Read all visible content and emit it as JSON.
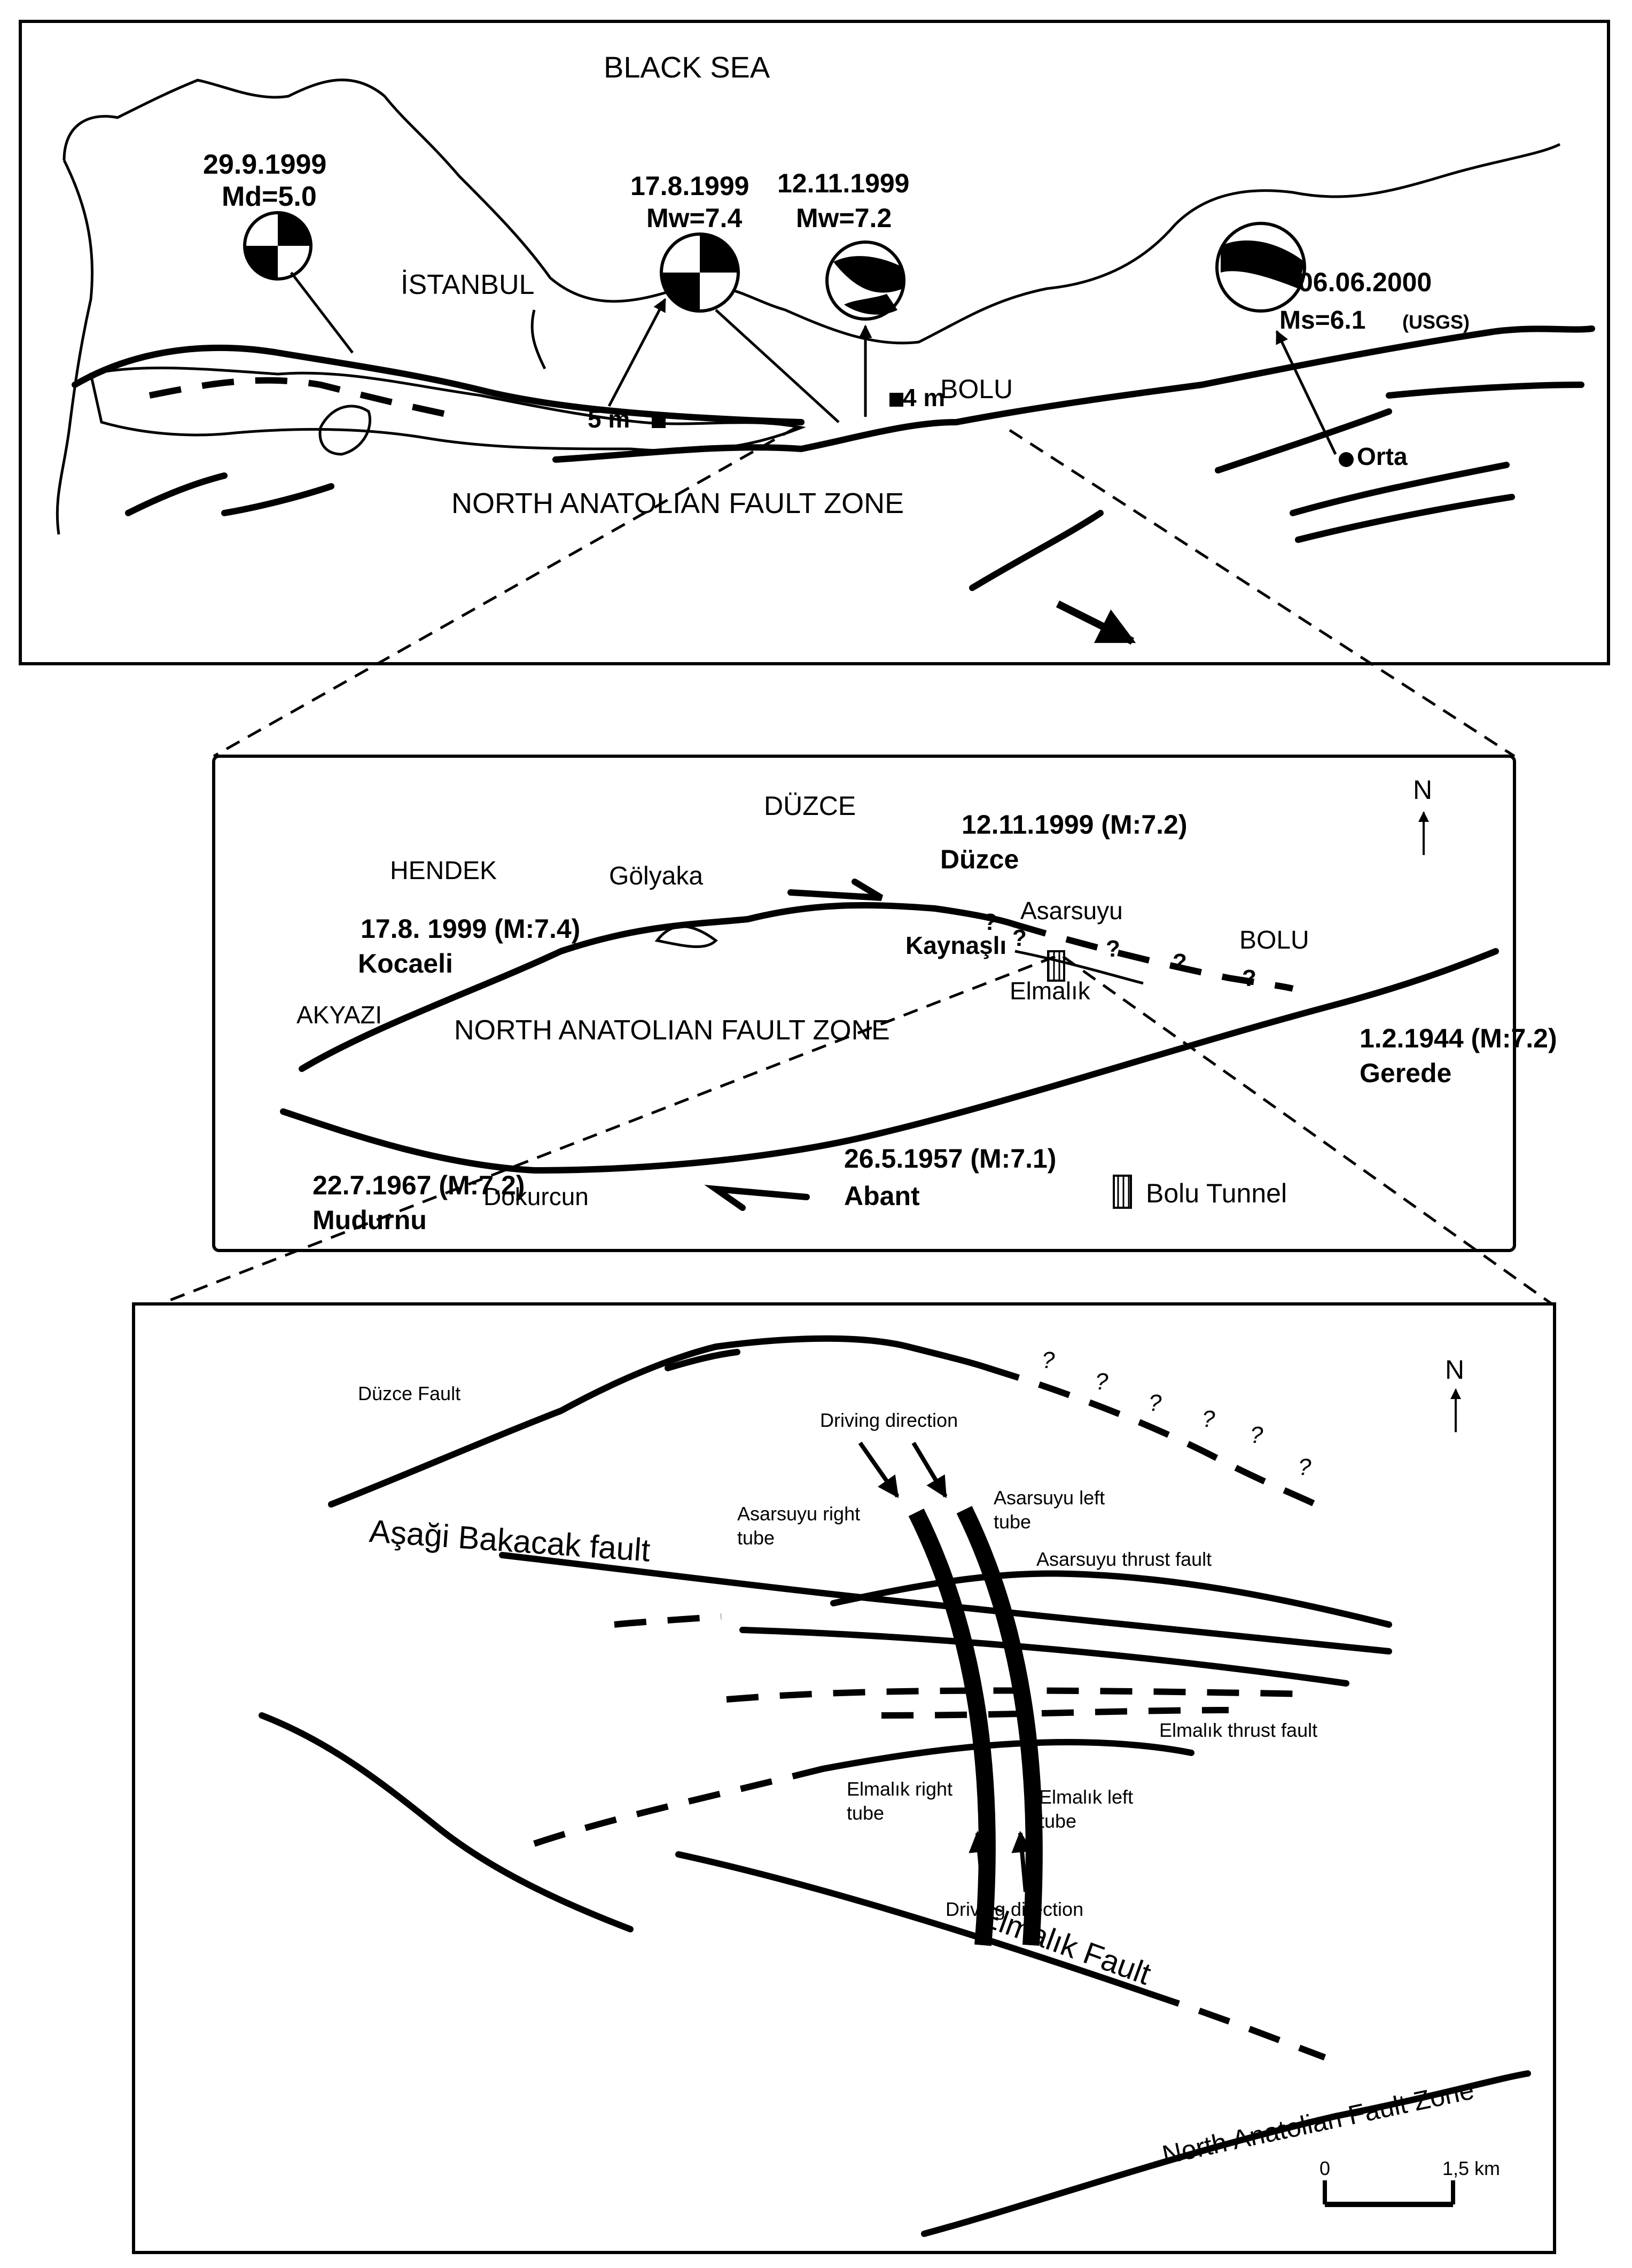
{
  "top_map": {
    "sea_label": "BLACK SEA",
    "city_istanbul": "İSTANBUL",
    "city_bolu": "BOLU",
    "zone_label": "NORTH ANATOLIAN FAULT ZONE",
    "offset_5m": "5 m",
    "offset_4m": "4 m",
    "town_orta": "Orta",
    "events": [
      {
        "date": "29.9.1999",
        "magnitude": "Md=5.0"
      },
      {
        "date": "17.8.1999",
        "magnitude": "Mw=7.4"
      },
      {
        "date": "12.11.1999",
        "magnitude": "Mw=7.2"
      },
      {
        "date": "06.06.2000",
        "magnitude": "Ms=6.1",
        "source": "(USGS)"
      }
    ]
  },
  "middle_map": {
    "north": "N",
    "places": {
      "duzce_region": "DÜZCE",
      "hendek": "HENDEK",
      "golyaka": "Gölyaka",
      "akyazi": "AKYAZI",
      "asarsuyu": "Asarsuyu",
      "kaynasli": "Kaynaşlı",
      "elmalik": "Elmalık",
      "bolu": "BOLU",
      "dokurcun": "Dokurcun"
    },
    "zone_label": "NORTH ANATOLIAN FAULT ZONE",
    "question_mark": "?",
    "events": [
      {
        "date": "12.11.1999 (M:7.2)",
        "name": "Düzce"
      },
      {
        "date": "17.8. 1999 (M:7.4)",
        "name": "Kocaeli"
      },
      {
        "date": "1.2.1944 (M:7.2)",
        "name": "Gerede"
      },
      {
        "date": "26.5.1957 (M:7.1)",
        "name": "Abant"
      },
      {
        "date": "22.7.1967 (M:7.2)",
        "name": "Mudurnu"
      }
    ],
    "legend_bolu_tunnel": "Bolu Tunnel"
  },
  "bottom_map": {
    "north": "N",
    "duzce_fault": "Düzce Fault",
    "asagi_bakacak_fault": "Aşaği Bakacak fault",
    "driving_direction_top": "Driving direction",
    "driving_direction_bottom": "Driving direction",
    "asarsuyu_right_tube": [
      "Asarsuyu right",
      "tube"
    ],
    "asarsuyu_left_tube": [
      "Asarsuyu left",
      "tube"
    ],
    "asarsuyu_thrust_fault": "Asarsuyu thrust fault",
    "elmalik_thrust_fault": "Elmalık thrust fault",
    "elmalik_right_tube": [
      "Elmalık right",
      "tube"
    ],
    "elmalik_left_tube": [
      "Elmalık left",
      "tube"
    ],
    "elmalik_fault": "Elmalık Fault",
    "naf_zone": "North Anatolian Fault Zone",
    "question_mark": "?",
    "scale": {
      "start": "0",
      "end": "1,5 km"
    }
  }
}
